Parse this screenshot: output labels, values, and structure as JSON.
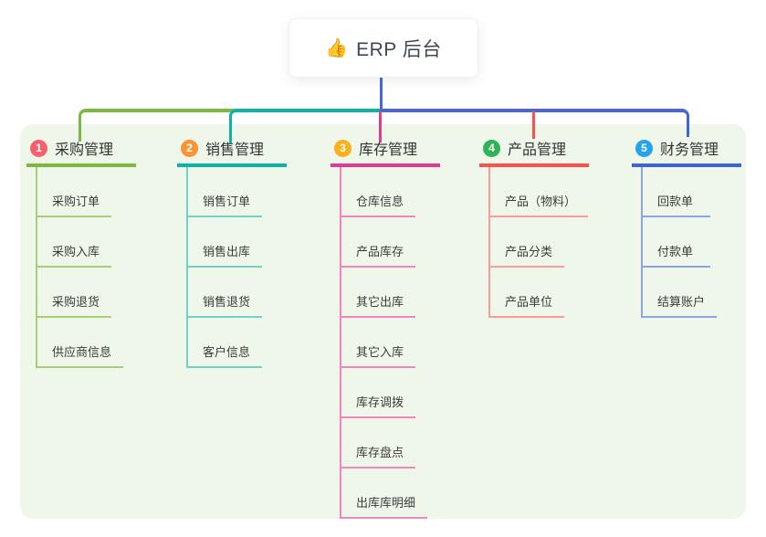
{
  "root": {
    "icon": "👍",
    "title": "ERP 后台"
  },
  "branches": [
    {
      "num": "1",
      "title": "采购管理",
      "items": [
        "采购订单",
        "采购入库",
        "采购退货",
        "供应商信息"
      ],
      "colors": {
        "badge": "#f5606e",
        "line": "#7cb93f",
        "light": "#a8cf78"
      }
    },
    {
      "num": "2",
      "title": "销售管理",
      "items": [
        "销售订单",
        "销售出库",
        "销售退货",
        "客户信息"
      ],
      "colors": {
        "badge": "#fb9337",
        "line": "#0db4a5",
        "light": "#72d1c7"
      }
    },
    {
      "num": "3",
      "title": "库存管理",
      "items": [
        "仓库信息",
        "产品库存",
        "其它出库",
        "其它入库",
        "库存调拨",
        "库存盘点",
        "出库库明细"
      ],
      "colors": {
        "badge": "#fbb11c",
        "line": "#e03a95",
        "light": "#f185bd"
      }
    },
    {
      "num": "4",
      "title": "产品管理",
      "items": [
        "产品（物料）",
        "产品分类",
        "产品单位"
      ],
      "colors": {
        "badge": "#2eb358",
        "line": "#f8514f",
        "light": "#f99c9a"
      }
    },
    {
      "num": "5",
      "title": "财务管理",
      "items": [
        "回款单",
        "付款单",
        "结算账户"
      ],
      "colors": {
        "badge": "#27a2ef",
        "line": "#3d62d9",
        "light": "#8ba4e6"
      }
    }
  ],
  "colors": {
    "connector_blue": "#4b66d2",
    "panel_background": "#eef7e9",
    "root_text": "#3e4757",
    "item_text": "#3c3c3c"
  }
}
